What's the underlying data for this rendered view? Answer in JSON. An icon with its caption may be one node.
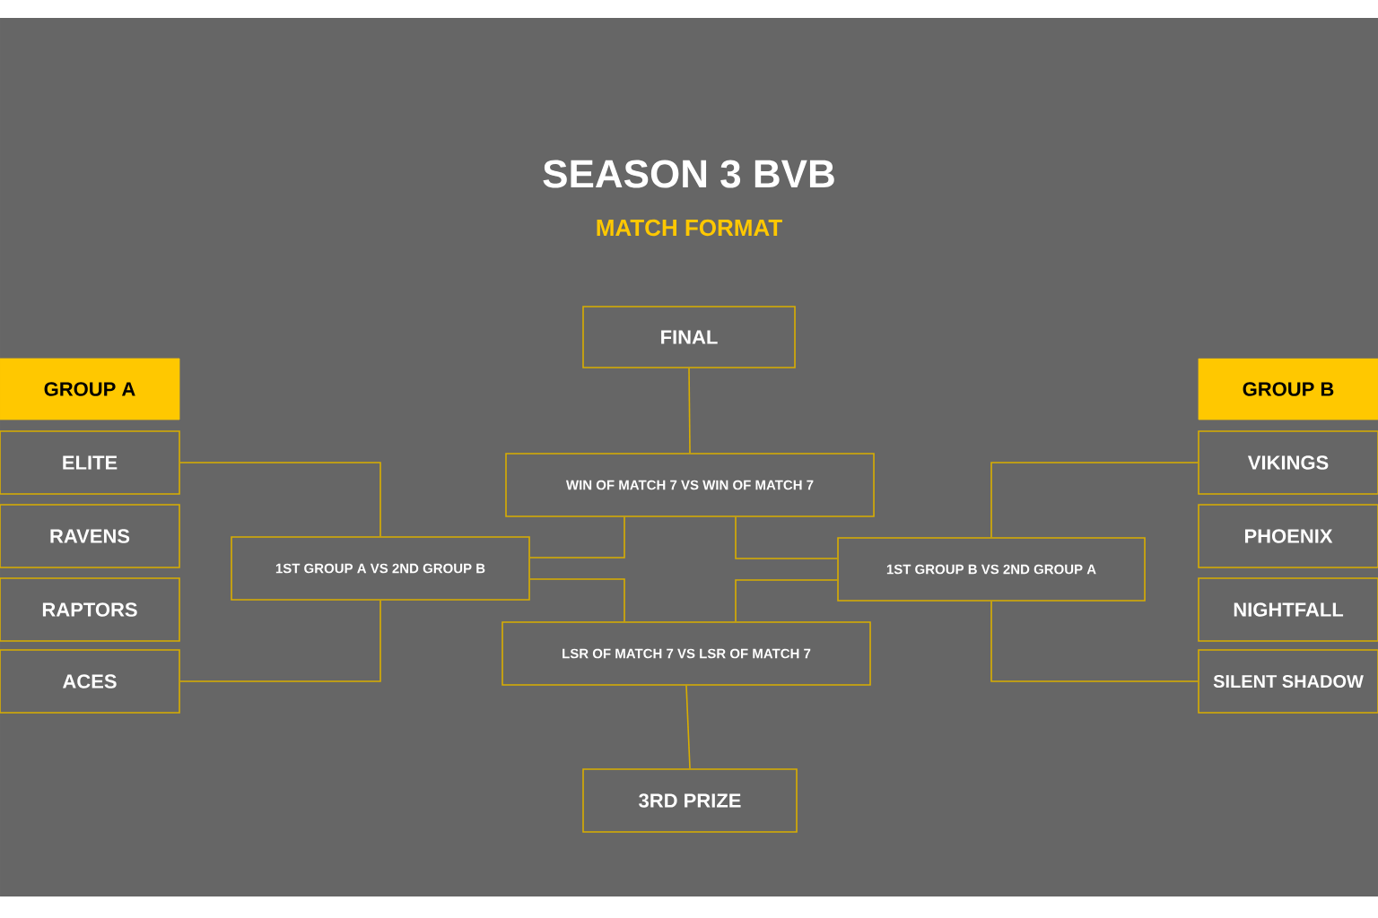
{
  "diagram": {
    "title": "SEASON 3 BVB",
    "nodes": [
      {
        "text": [
          "GROUP A"
        ]
      },
      {
        "text": [
          "ELITE"
        ]
      },
      {
        "text": [
          "RAVENS"
        ]
      },
      {
        "text": [
          "RAPTORS"
        ]
      },
      {
        "text": [
          "ACES"
        ]
      },
      {
        "text": [
          "1ST GROUP A VS 2ND GROUP B"
        ]
      },
      {
        "text": [
          "FINAL"
        ]
      },
      {
        "text": [
          "WIN OF MATCH 7 VS WIN OF MATCH 7"
        ]
      },
      {
        "text": [
          "LSR OF MATCH 7 VS LSR OF MATCH 7"
        ]
      },
      {
        "text": [
          "3RD PRIZE"
        ]
      },
      {
        "text": [
          "1ST GROUP B VS 2ND GROUP A"
        ]
      },
      {
        "text": [
          "GROUP B"
        ]
      },
      {
        "text": [
          "VIKINGS"
        ]
      },
      {
        "text": [
          "PHOENIX"
        ]
      },
      {
        "text": [
          "NIGHTFALL"
        ]
      },
      {
        "text": [
          "SILENT SHADOW"
        ]
      }
    ],
    "edges": [
      {
        "from": 1,
        "to": 5,
        "arrow": "none"
      },
      {
        "from": 4,
        "to": 5,
        "arrow": "none"
      },
      {
        "from": 5,
        "to": 7,
        "arrow": "none"
      },
      {
        "from": 5,
        "to": 8,
        "arrow": "none"
      },
      {
        "from": 10,
        "to": 7,
        "arrow": "none"
      },
      {
        "from": 10,
        "to": 8,
        "arrow": "none"
      },
      {
        "from": 12,
        "to": 10,
        "arrow": "none"
      },
      {
        "from": 15,
        "to": 10,
        "arrow": "none"
      },
      {
        "from": 7,
        "to": 6,
        "arrow": "none"
      },
      {
        "from": 8,
        "to": 9,
        "arrow": "none"
      }
    ],
    "labels": [
      "MATCH FORMAT"
    ]
  }
}
